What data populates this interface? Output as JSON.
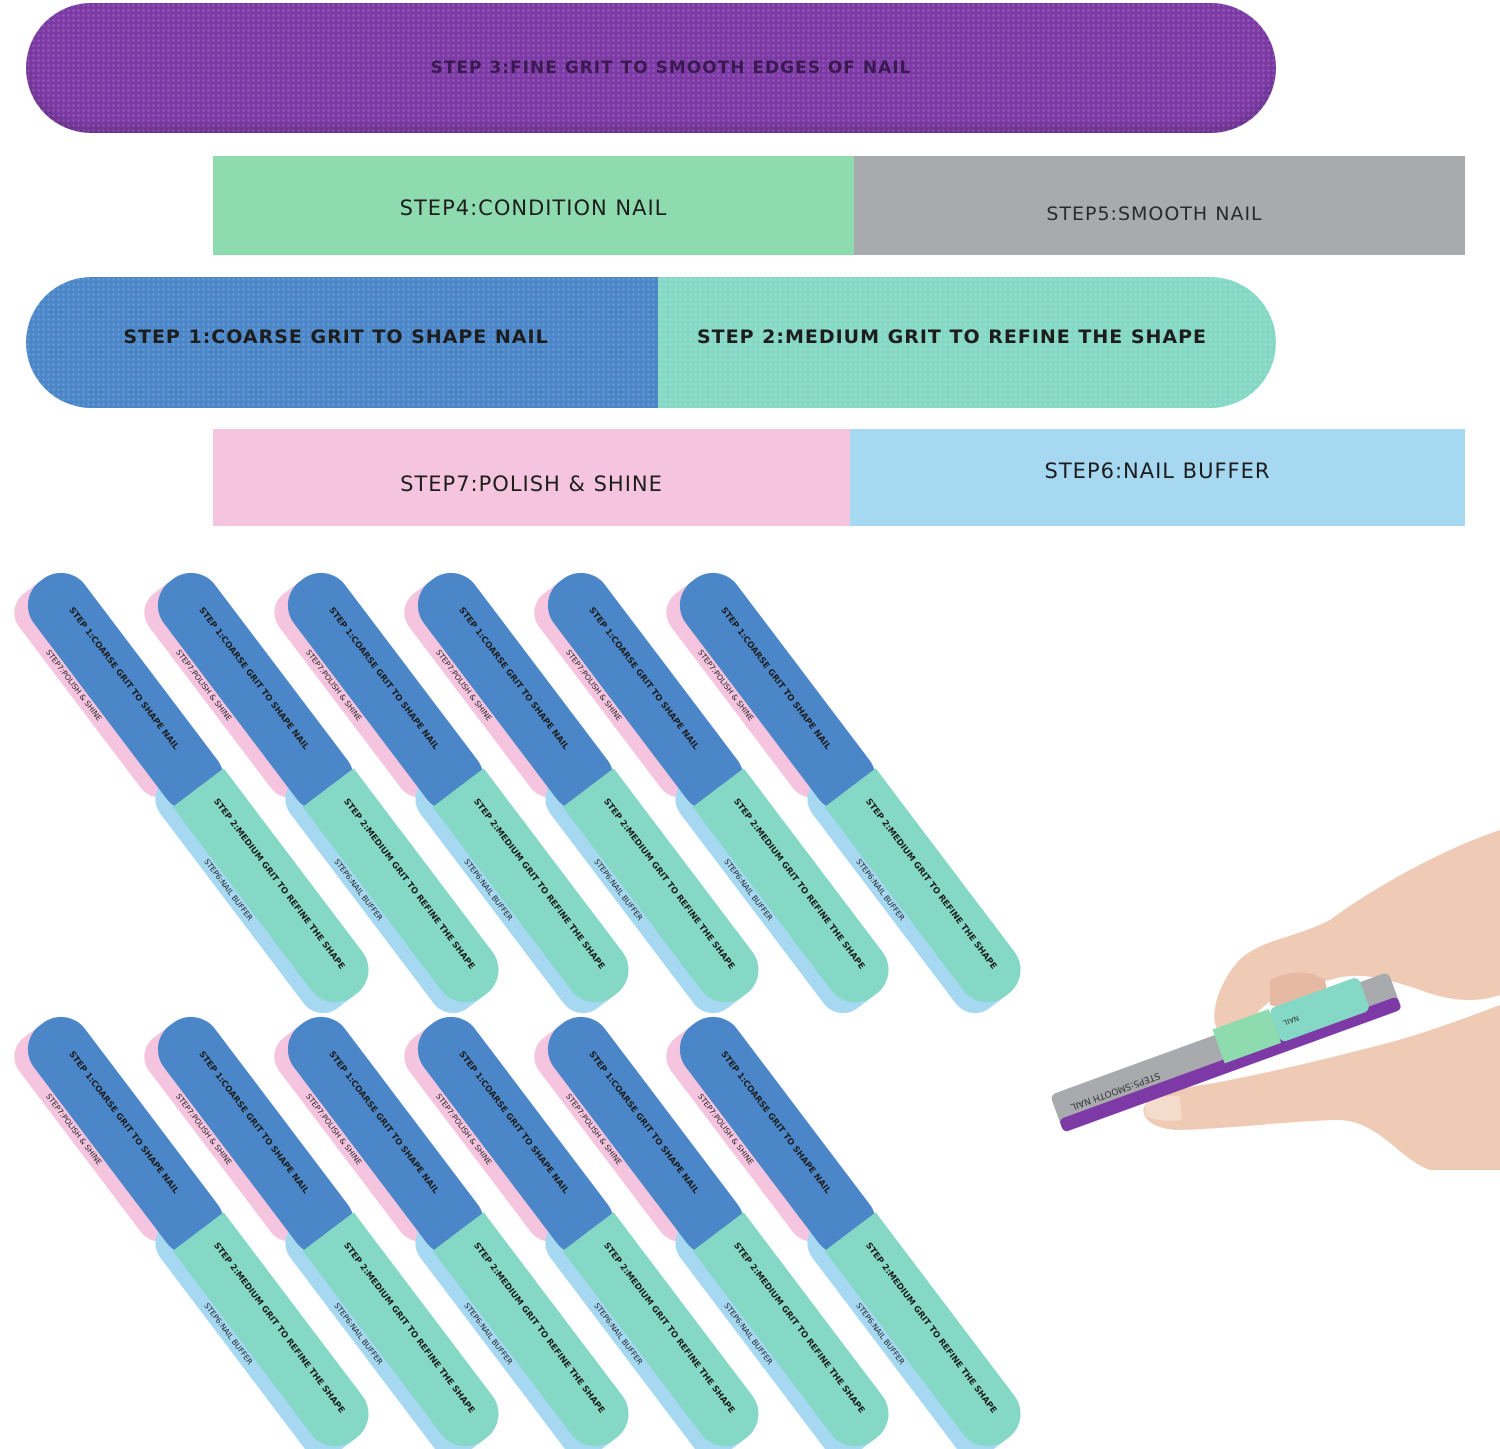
{
  "colors": {
    "purple": "#7d3aa6",
    "mint": "#8fdbb0",
    "gray": "#a9aaad",
    "blue": "#4a86c8",
    "teal": "#84d8c5",
    "pink": "#f5c5e0",
    "light_blue": "#a6d8f2"
  },
  "strips": {
    "step3": "STEP 3:FINE GRIT TO SMOOTH EDGES OF NAIL",
    "step4": "STEP4:CONDITION NAIL",
    "step5": "STEP5:SMOOTH NAIL",
    "step1": "STEP 1:COARSE GRIT TO SHAPE NAIL",
    "step2": "STEP 2:MEDIUM GRIT TO REFINE THE SHAPE",
    "step7": "STEP7:POLISH & SHINE",
    "step6": "STEP6:NAIL BUFFER"
  },
  "stick_labels": {
    "coarse": "STEP 1:COARSE GRIT TO SHAPE NAIL",
    "medium": "STEP 2:MEDIUM GRIT TO REFINE THE SHAPE",
    "polish": "STEP7:POLISH & SHINE",
    "buffer": "STEP6:NAIL BUFFER"
  },
  "hand_stick_label": "STEP5:SMOOTH NAIL",
  "hand_stick_label_top": "NAIL",
  "stick_count": 12
}
